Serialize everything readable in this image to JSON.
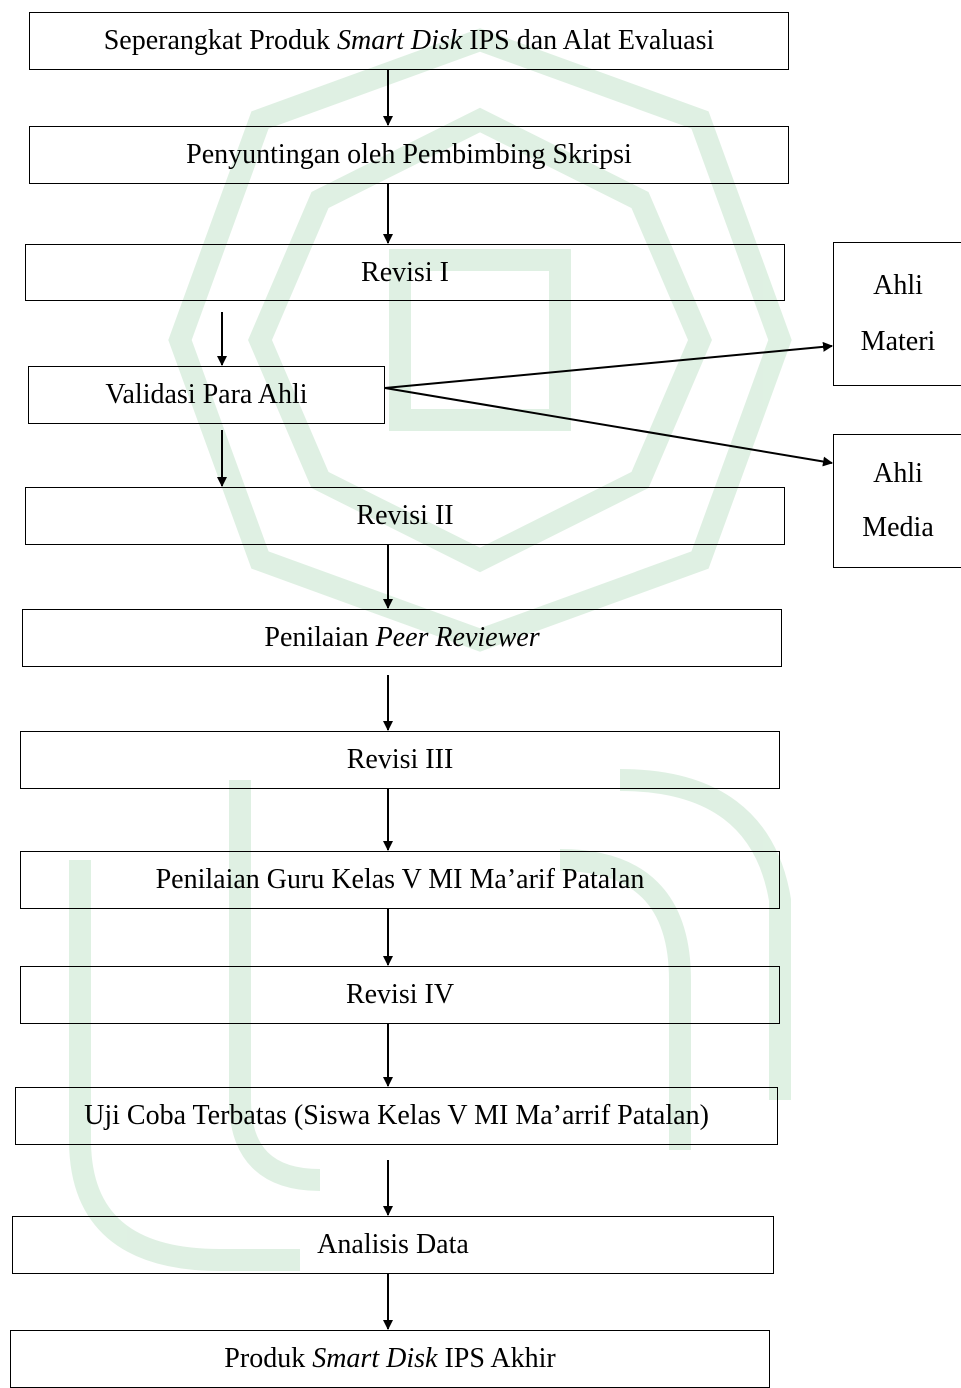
{
  "colors": {
    "watermark": "#dcefe0",
    "stroke": "#000000"
  },
  "nodes": {
    "n1": {
      "pre": "Seperangkat Produk ",
      "em": "Smart Disk",
      "post": " IPS dan Alat Evaluasi"
    },
    "n2": {
      "text": "Penyuntingan oleh Pembimbing Skripsi"
    },
    "n3": {
      "text": "Revisi I"
    },
    "n4": {
      "text": "Validasi Para Ahli"
    },
    "n5": {
      "text": "Revisi II"
    },
    "n6": {
      "pre": "Penilaian ",
      "em": "Peer Reviewer",
      "post": ""
    },
    "n7": {
      "text": "Revisi III"
    },
    "n8": {
      "text": "Penilaian Guru Kelas V MI Ma’arif Patalan"
    },
    "n9": {
      "text": "Revisi IV"
    },
    "n10": {
      "text": "Uji Coba Terbatas (Siswa Kelas V MI Ma’arrif Patalan)"
    },
    "n11": {
      "text": "Analisis Data"
    },
    "n12": {
      "pre": "Produk ",
      "em": "Smart Disk",
      "post": " IPS Akhir"
    },
    "materi": {
      "line1": "Ahli",
      "line2": "Materi"
    },
    "media": {
      "line1": "Ahli",
      "line2": "Media"
    }
  }
}
